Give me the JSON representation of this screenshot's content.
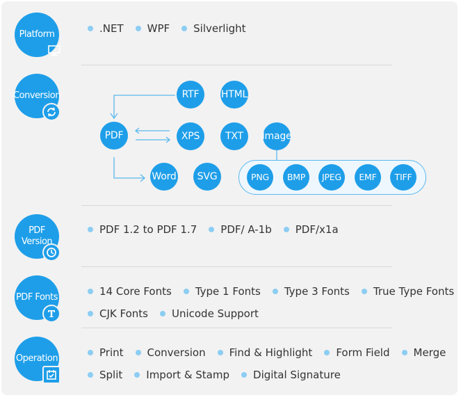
{
  "categories": {
    "platform": "Platform",
    "conversion": "Conversion",
    "pdf_version": "PDF Version",
    "pdf_fonts": "PDF Fonts",
    "operation": "Operation"
  },
  "platform_items": [
    ".NET",
    "WPF",
    "Silverlight"
  ],
  "conversion_nodes": {
    "pdf": "PDF",
    "rtf": "RTF",
    "html": "HTML",
    "xps": "XPS",
    "txt": "TXT",
    "image": "Image",
    "word": "Word",
    "svg": "SVG",
    "image_formats": [
      "PNG",
      "BMP",
      "JPEG",
      "EMF",
      "TIFF"
    ]
  },
  "pdf_version_items": [
    "PDF 1.2 to PDF 1.7",
    "PDF/ A-1b",
    "PDF/x1a"
  ],
  "pdf_fonts_items": {
    "row1": [
      "14 Core Fonts",
      "Type 1 Fonts",
      "Type 3 Fonts",
      "True Type Fonts"
    ],
    "row2": [
      "CJK Fonts",
      "Unicode Support"
    ]
  },
  "operation_items": {
    "row1": [
      "Print",
      "Conversion",
      "Find & Highlight",
      "Form Field",
      "Merge"
    ],
    "row2": [
      "Split",
      "Import & Stamp",
      "Digital Signature"
    ]
  },
  "colors": {
    "accent": "#1e9ee9",
    "dot": "#8ccdf3",
    "background": "#f2f2f2",
    "text": "#333333"
  },
  "icons": [
    "monitor-icon",
    "refresh-icon",
    "clock-icon",
    "font-icon",
    "checklist-icon"
  ]
}
